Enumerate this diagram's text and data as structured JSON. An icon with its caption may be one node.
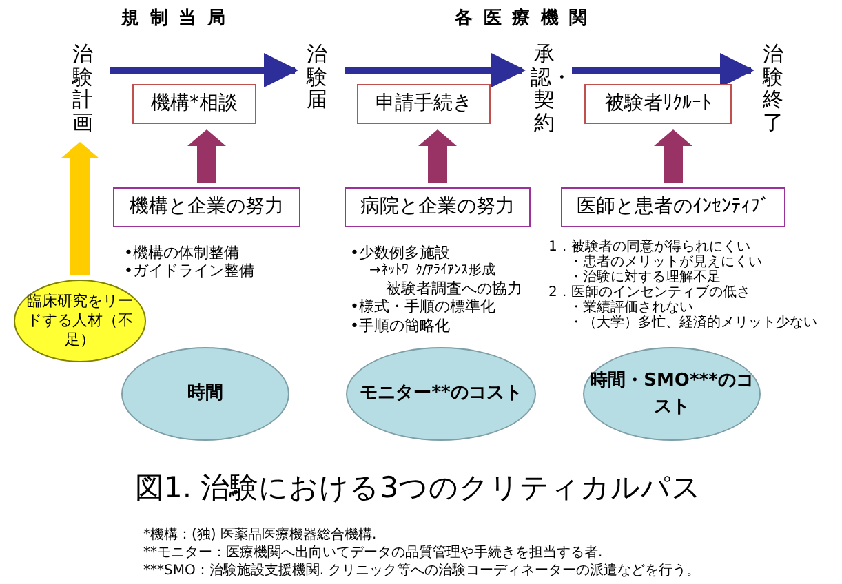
{
  "diagram": {
    "caption": "図1. 治験における3つのクリティカルパス",
    "nodes": [
      {
        "text": [
          "治験計画"
        ]
      },
      {
        "text": [
          "治験届"
        ]
      },
      {
        "text": [
          "承認・契約"
        ]
      },
      {
        "text": [
          "治験終了"
        ]
      },
      {
        "text": [
          "機構*相談"
        ]
      },
      {
        "text": [
          "申請手続き"
        ]
      },
      {
        "text": [
          "被験者ﾘｸﾙｰﾄ"
        ]
      },
      {
        "text": [
          "機構と企業の努力"
        ]
      },
      {
        "text": [
          "病院と企業の努力"
        ]
      },
      {
        "text": [
          "医師と患者のｲﾝｾﾝﾃｨﾌﾞ"
        ]
      },
      {
        "text": [
          "臨床研究をリードする人材（不足）"
        ]
      },
      {
        "text": [
          "時間"
        ]
      },
      {
        "text": [
          "モニター**のコスト"
        ]
      },
      {
        "text": [
          "時間・SMO***のコスト"
        ]
      }
    ],
    "edges": [
      {
        "from": 0,
        "to": 1,
        "arrow": "to"
      },
      {
        "from": 1,
        "to": 2,
        "arrow": "to"
      },
      {
        "from": 2,
        "to": 3,
        "arrow": "to"
      },
      {
        "from": 7,
        "to": 4,
        "arrow": "to",
        "style": "thick",
        "color": "#993366"
      },
      {
        "from": 8,
        "to": 5,
        "arrow": "to",
        "style": "thick",
        "color": "#993366"
      },
      {
        "from": 9,
        "to": 6,
        "arrow": "to",
        "style": "thick",
        "color": "#993366"
      },
      {
        "from": 10,
        "to": 0,
        "arrow": "to",
        "style": "thick",
        "color": "#ffcc00"
      }
    ],
    "labels": [
      "規制当局",
      "各医療機関",
      "•機構の体制整備",
      "•ガイドライン整備",
      "•少数例多施設",
      "→ﾈｯﾄﾜｰｸ/ｱﾗｲｱﾝｽ形成",
      "被験者調査への協力",
      "•様式・手順の標準化",
      "•手順の簡略化",
      "1．被験者の同意が得られにくい",
      "・患者のメリットが見えにくい",
      "・治験に対する理解不足",
      "2．医師のインセンティブの低さ",
      "・業績評価されない",
      "・（大学）多忙、経済的メリット少ない",
      "*機構：(独) 医薬品医療機器総合機構.",
      "**モニター：医療機関へ出向いてデータの品質管理や手続きを担当する者.",
      "***SMO：治験施設支援機関. クリニック等への治験コーディネーターの派遣などを行う。"
    ]
  }
}
